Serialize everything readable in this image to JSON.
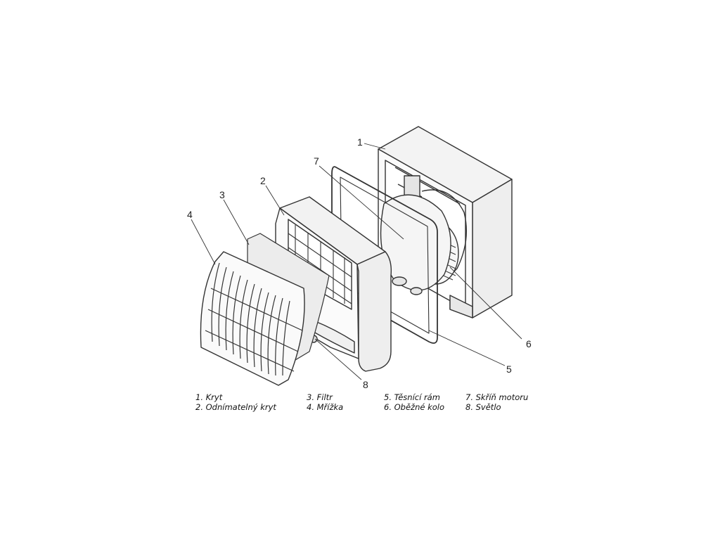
{
  "callouts": {
    "n1": "1",
    "n2": "2",
    "n3": "3",
    "n4": "4",
    "n5": "5",
    "n6": "6",
    "n7": "7",
    "n8": "8"
  },
  "legend": {
    "items": [
      "1. Kryt",
      "2. Odnímatelný kryt",
      "3. Filtr",
      "4. Mřížka",
      "5. Těsnící rám",
      "6. Oběžné kolo",
      "7. Skříň motoru",
      "8. Světlo"
    ]
  },
  "colors": {
    "stroke": "#333333",
    "shade": "#e9e9e9",
    "light": "#f6f6f6"
  }
}
